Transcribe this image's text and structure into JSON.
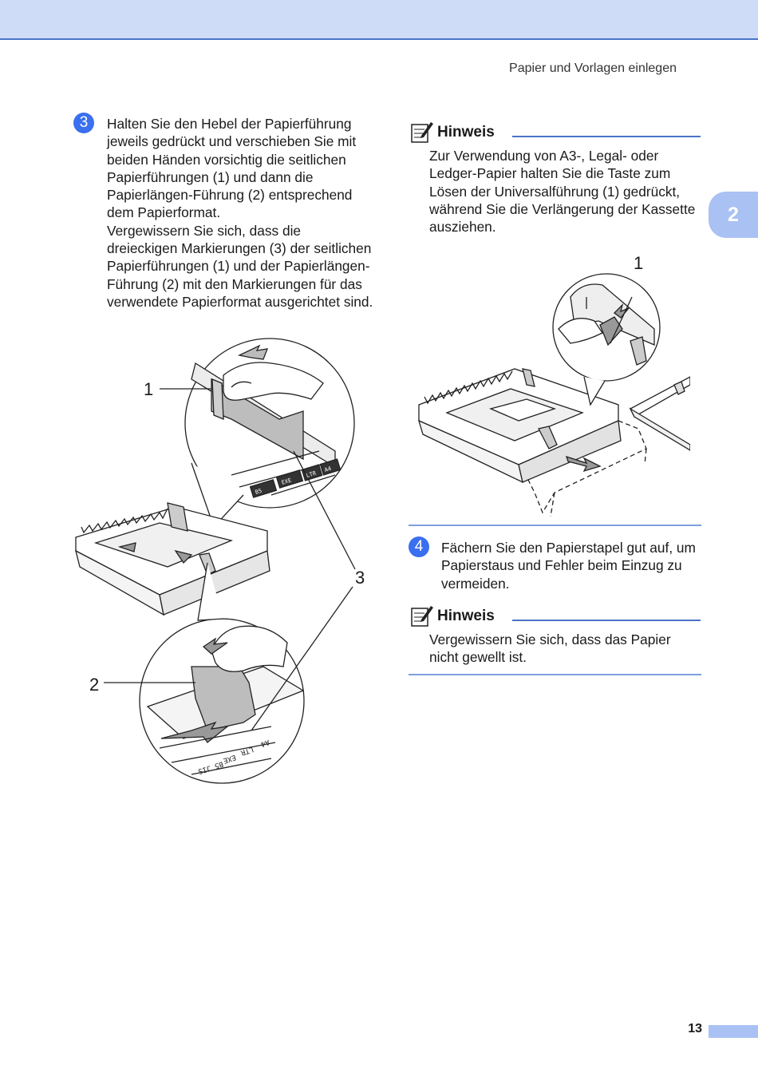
{
  "header": {
    "running_head": "Papier und Vorlagen einlegen",
    "chapter_tab": "2"
  },
  "step3": {
    "number": "3",
    "para1": "Halten Sie den Hebel der Papierführung jeweils gedrückt und verschieben Sie mit beiden Händen vorsichtig die seitlichen Papierführungen (1) und dann die Papierlängen-Führung (2) entsprechend dem Papierformat.",
    "para2": "Vergewissern Sie sich, dass die dreieckigen Markierungen (3) der seitlichen Papierführungen (1) und der Papierlängen-Führung (2) mit den Markierungen für das verwendete Papierformat ausgerichtet sind."
  },
  "figure_left": {
    "callout_1": "1",
    "callout_2": "2",
    "callout_3": "3",
    "marks_top": [
      "B5",
      "EXE",
      "LTR",
      "A4"
    ],
    "marks_bottom": [
      "A4",
      "LTR",
      "EXE",
      "B5 JIS"
    ]
  },
  "note1": {
    "icon": "note-pencil-icon",
    "title": "Hinweis",
    "text": "Zur Verwendung von A3-, Legal- oder Ledger-Papier halten Sie die Taste zum Lösen der Universalführung (1) gedrückt, während Sie die Verlängerung der Kassette ausziehen."
  },
  "figure_right": {
    "callout_1": "1"
  },
  "step4": {
    "number": "4",
    "text": "Fächern Sie den Papierstapel gut auf, um Papierstaus und Fehler beim Einzug zu vermeiden."
  },
  "note2": {
    "icon": "note-pencil-icon",
    "title": "Hinweis",
    "text": "Vergewissern Sie sich, dass das Papier nicht gewellt ist."
  },
  "footer": {
    "page_number": "13"
  },
  "colors": {
    "accent": "#3a6ff0",
    "rule": "#4a73c8",
    "band": "#cfdcf8"
  }
}
